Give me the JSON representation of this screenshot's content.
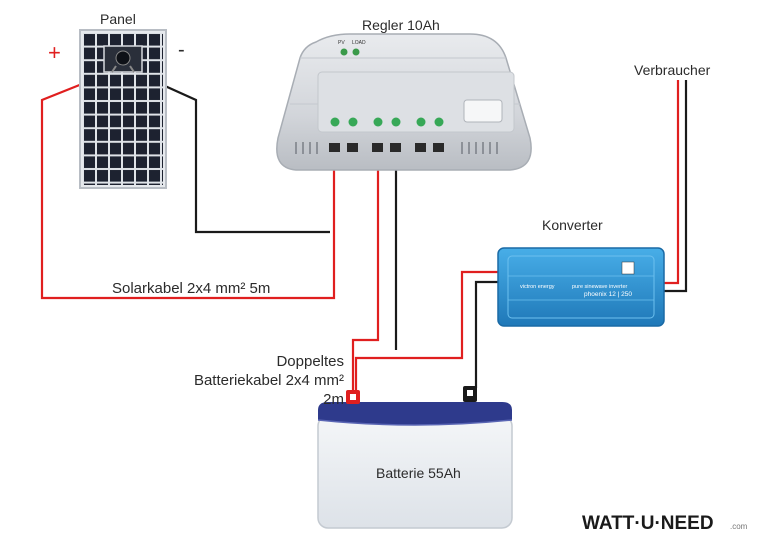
{
  "labels": {
    "panel": "Panel",
    "plus": "+",
    "minus": "-",
    "controller": "Regler 10Ah",
    "controller_tag_pv": "PV",
    "controller_tag_load": "LOAD",
    "consumer": "Verbraucher",
    "converter": "Konverter",
    "converter_brand": "victron energy",
    "converter_line1": "pure sinewave inverter",
    "converter_line2": "phoenix 12 | 250",
    "solar_cable": "Solarkabel 2x4 mm² 5m",
    "battery_cable_line1": "Doppeltes",
    "battery_cable_line2": "Batteriekabel 2x4 mm²",
    "battery_cable_line3": "2m",
    "battery": "Batterie 55Ah"
  },
  "brand": {
    "logo": "WATT·U·NEED",
    "logo_suffix": ".com"
  },
  "colors": {
    "positive_wire": "#e01f1f",
    "negative_wire": "#1a1a1a",
    "converter_blue": "#2a8fd0",
    "battery_lid": "#2e3a8c",
    "plus_sign": "#e01f1f"
  }
}
